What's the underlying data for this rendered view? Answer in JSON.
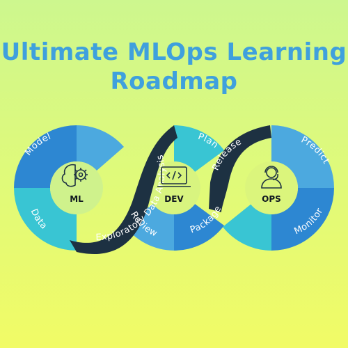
{
  "title": {
    "line1": "Ultimate MLOps Learning",
    "line2": "Roadmap"
  },
  "colors": {
    "title": "#3fa0dd",
    "light_blue": "#4ca9df",
    "teal": "#39c5d3",
    "mid_blue": "#2d87d2",
    "navy": "#1d3142",
    "background_top": "#cdf78e",
    "background_bottom": "#f1fb66"
  },
  "hubs": {
    "ml": {
      "label": "ML",
      "icon": "brain-gear-icon"
    },
    "dev": {
      "label": "DEV",
      "icon": "code-monitor-icon"
    },
    "ops": {
      "label": "OPS",
      "icon": "headset-operator-icon"
    }
  },
  "segments": {
    "model": "Model",
    "data": "Data",
    "exploratory_data_analysis": "Exploratory  Data Analysis",
    "plan": "Plan",
    "review": "Review",
    "package": "Package",
    "release": "Release",
    "predict": "Predict",
    "monitor": "Monitor"
  }
}
